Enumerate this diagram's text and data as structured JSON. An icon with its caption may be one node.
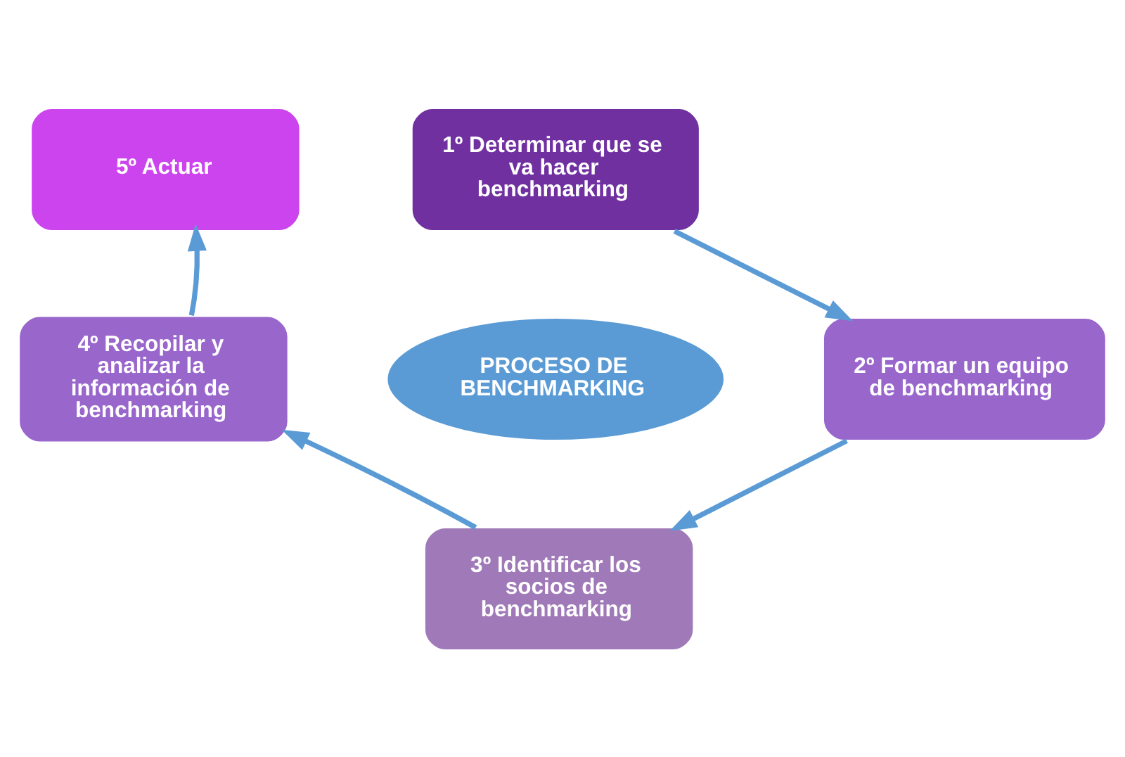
{
  "diagram": {
    "nodes": [
      {
        "text": [
          "PROCESO DE BENCHMARKING"
        ]
      },
      {
        "text": [
          "1º Determinar que se va hacer benchmarking"
        ]
      },
      {
        "text": [
          "2º Formar un equipo de benchmarking"
        ]
      },
      {
        "text": [
          "3º Identificar los socios de benchmarking"
        ]
      },
      {
        "text": [
          "4º Recopilar y analizar la información de benchmarking"
        ]
      },
      {
        "text": [
          "5º Actuar"
        ]
      }
    ],
    "edges": [
      {
        "from": 1,
        "to": 2,
        "arrow": "to"
      },
      {
        "from": 2,
        "to": 3,
        "arrow": "to"
      },
      {
        "from": 3,
        "to": 4,
        "arrow": "to"
      },
      {
        "from": 4,
        "to": 5,
        "arrow": "to"
      }
    ]
  }
}
